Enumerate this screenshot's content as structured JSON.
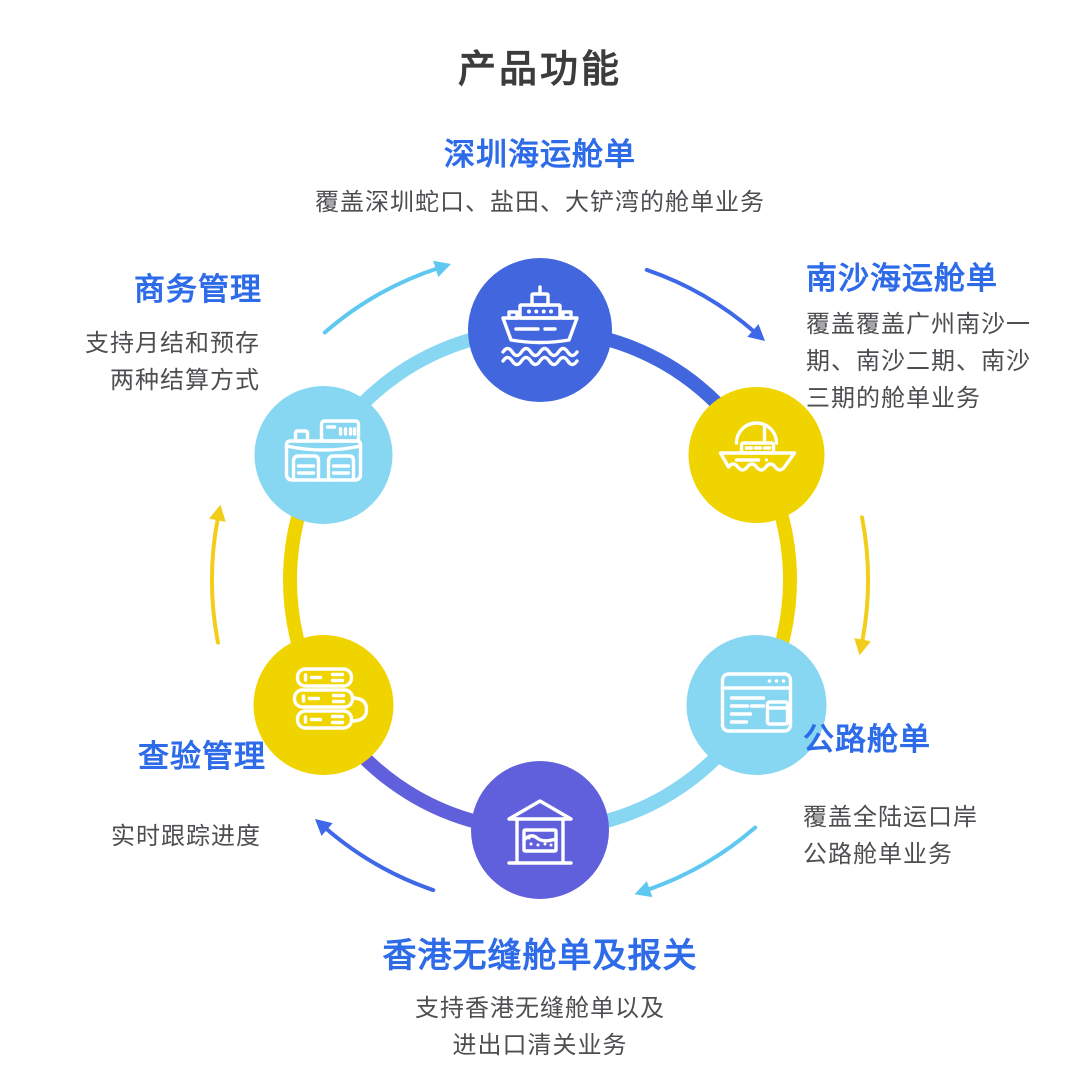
{
  "title": "产品功能",
  "colors": {
    "royal_blue": "#4166DE",
    "purple": "#6160DC",
    "yellow": "#F0D400",
    "sky_blue": "#87D7F2",
    "arrow_sky": "#5EC8F0",
    "arrow_blue": "#3E68E8",
    "arrow_yellow": "#F2CE1B",
    "heading_blue": "#2D6BE8",
    "title_gray": "#3C3C3E",
    "body_gray": "#4E4E52",
    "icon_white": "#FFFFFF"
  },
  "nodes": [
    {
      "id": "shenzhen",
      "label": "深圳海运舱单",
      "icon": "cargo-ship-icon",
      "desc_lines": [
        "覆盖深圳蛇口、盐田、大铲湾的舱单业务"
      ]
    },
    {
      "id": "nansha",
      "label": "南沙海运舱单",
      "icon": "ferry-icon",
      "desc_lines": [
        "覆盖覆盖广州南沙一",
        "期、南沙二期、南沙",
        "三期的舱单业务"
      ]
    },
    {
      "id": "road",
      "label": "公路舱单",
      "icon": "browser-window-icon",
      "desc_lines": [
        "覆盖全陆运口岸",
        "公路舱单业务"
      ]
    },
    {
      "id": "hongkong",
      "label": "香港无缝舱单及报关",
      "icon": "warehouse-icon",
      "desc_lines": [
        "支持香港无缝舱单以及",
        "进出口清关业务"
      ]
    },
    {
      "id": "inspection",
      "label": "查验管理",
      "icon": "server-stack-icon",
      "desc_lines": [
        "实时跟踪进度"
      ]
    },
    {
      "id": "business",
      "label": "商务管理",
      "icon": "factory-machine-icon",
      "desc_lines": [
        "支持月结和预存",
        "两种结算方式"
      ]
    }
  ]
}
